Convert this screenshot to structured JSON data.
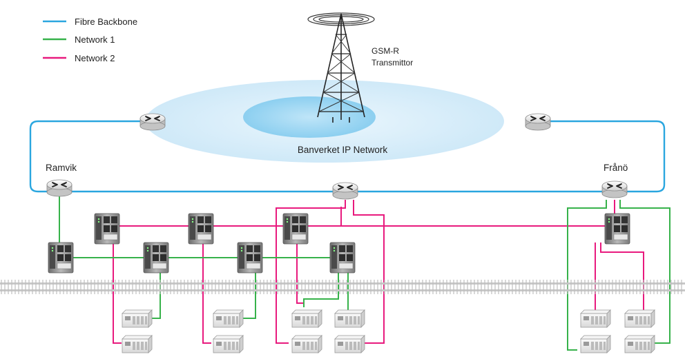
{
  "legend": [
    {
      "label": "Fibre Backbone",
      "color": "#2aa6df"
    },
    {
      "label": "Network 1",
      "color": "#36b24a"
    },
    {
      "label": "Network 2",
      "color": "#e8197d"
    }
  ],
  "transmitter": {
    "line1": "GSM-R",
    "line2": "Transmittor"
  },
  "network_label": "Banverket IP Network",
  "stations": {
    "left": "Ramvik",
    "right": "Frånö"
  },
  "icons": {
    "router": "router-icon",
    "switch": "industrial-switch-icon",
    "device": "field-device-icon",
    "tower": "radio-tower-icon"
  },
  "colors": {
    "cloud_outer": "#d4ecf9",
    "cloud_inner": "#9fd7f3",
    "track": "#b8b8b8"
  }
}
